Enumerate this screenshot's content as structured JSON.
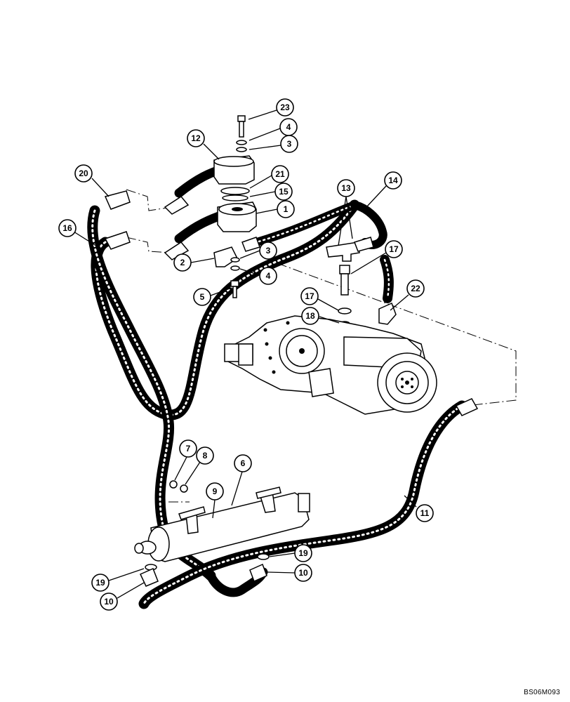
{
  "diagram": {
    "reference_code": "BS06M093",
    "callouts": [
      {
        "id": "c23",
        "label": "23"
      },
      {
        "id": "c4a",
        "label": "4"
      },
      {
        "id": "c3a",
        "label": "3"
      },
      {
        "id": "c12",
        "label": "12"
      },
      {
        "id": "c21",
        "label": "21"
      },
      {
        "id": "c15",
        "label": "15"
      },
      {
        "id": "c1",
        "label": "1"
      },
      {
        "id": "c20",
        "label": "20"
      },
      {
        "id": "c16",
        "label": "16"
      },
      {
        "id": "c13",
        "label": "13"
      },
      {
        "id": "c14",
        "label": "14"
      },
      {
        "id": "c3b",
        "label": "3"
      },
      {
        "id": "c2",
        "label": "2"
      },
      {
        "id": "c4b",
        "label": "4"
      },
      {
        "id": "c5",
        "label": "5"
      },
      {
        "id": "c17a",
        "label": "17"
      },
      {
        "id": "c22",
        "label": "22"
      },
      {
        "id": "c17b",
        "label": "17"
      },
      {
        "id": "c18",
        "label": "18"
      },
      {
        "id": "c7",
        "label": "7"
      },
      {
        "id": "c8",
        "label": "8"
      },
      {
        "id": "c6",
        "label": "6"
      },
      {
        "id": "c9",
        "label": "9"
      },
      {
        "id": "c11",
        "label": "11"
      },
      {
        "id": "c19a",
        "label": "19"
      },
      {
        "id": "c19b",
        "label": "19"
      },
      {
        "id": "c10a",
        "label": "10"
      },
      {
        "id": "c10b",
        "label": "10"
      }
    ]
  }
}
